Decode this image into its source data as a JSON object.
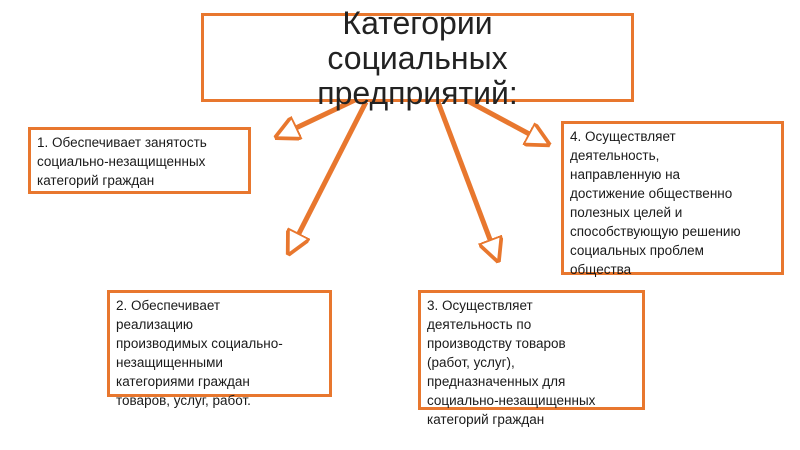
{
  "title": [
    "Категории",
    "социальных",
    "предприятий:"
  ],
  "items": [
    {
      "number": "1",
      "lines": [
        "1. Обеспечивает занятость",
        "социально-незащищенных",
        "категорий граждан"
      ]
    },
    {
      "number": "2",
      "lines": [
        "2. Обеспечивает",
        "реализацию",
        "производимых социально-",
        "незащищенными",
        "категориями граждан",
        "товаров, услуг, работ."
      ]
    },
    {
      "number": "3",
      "lines": [
        "3. Осуществляет",
        "деятельность по",
        "производству товаров",
        "(работ, услуг),",
        "предназначенных для",
        "социально-незащищенных",
        "категорий граждан"
      ]
    },
    {
      "number": "4",
      "lines": [
        "4. Осуществляет",
        "деятельность,",
        "направленную на",
        "достижение общественно",
        "полезных целей и",
        "способствующую решению",
        "социальных проблем",
        "общества"
      ]
    }
  ],
  "colors": {
    "accent": "#e8772e",
    "text": "#1a1a1a",
    "background": "#ffffff"
  }
}
